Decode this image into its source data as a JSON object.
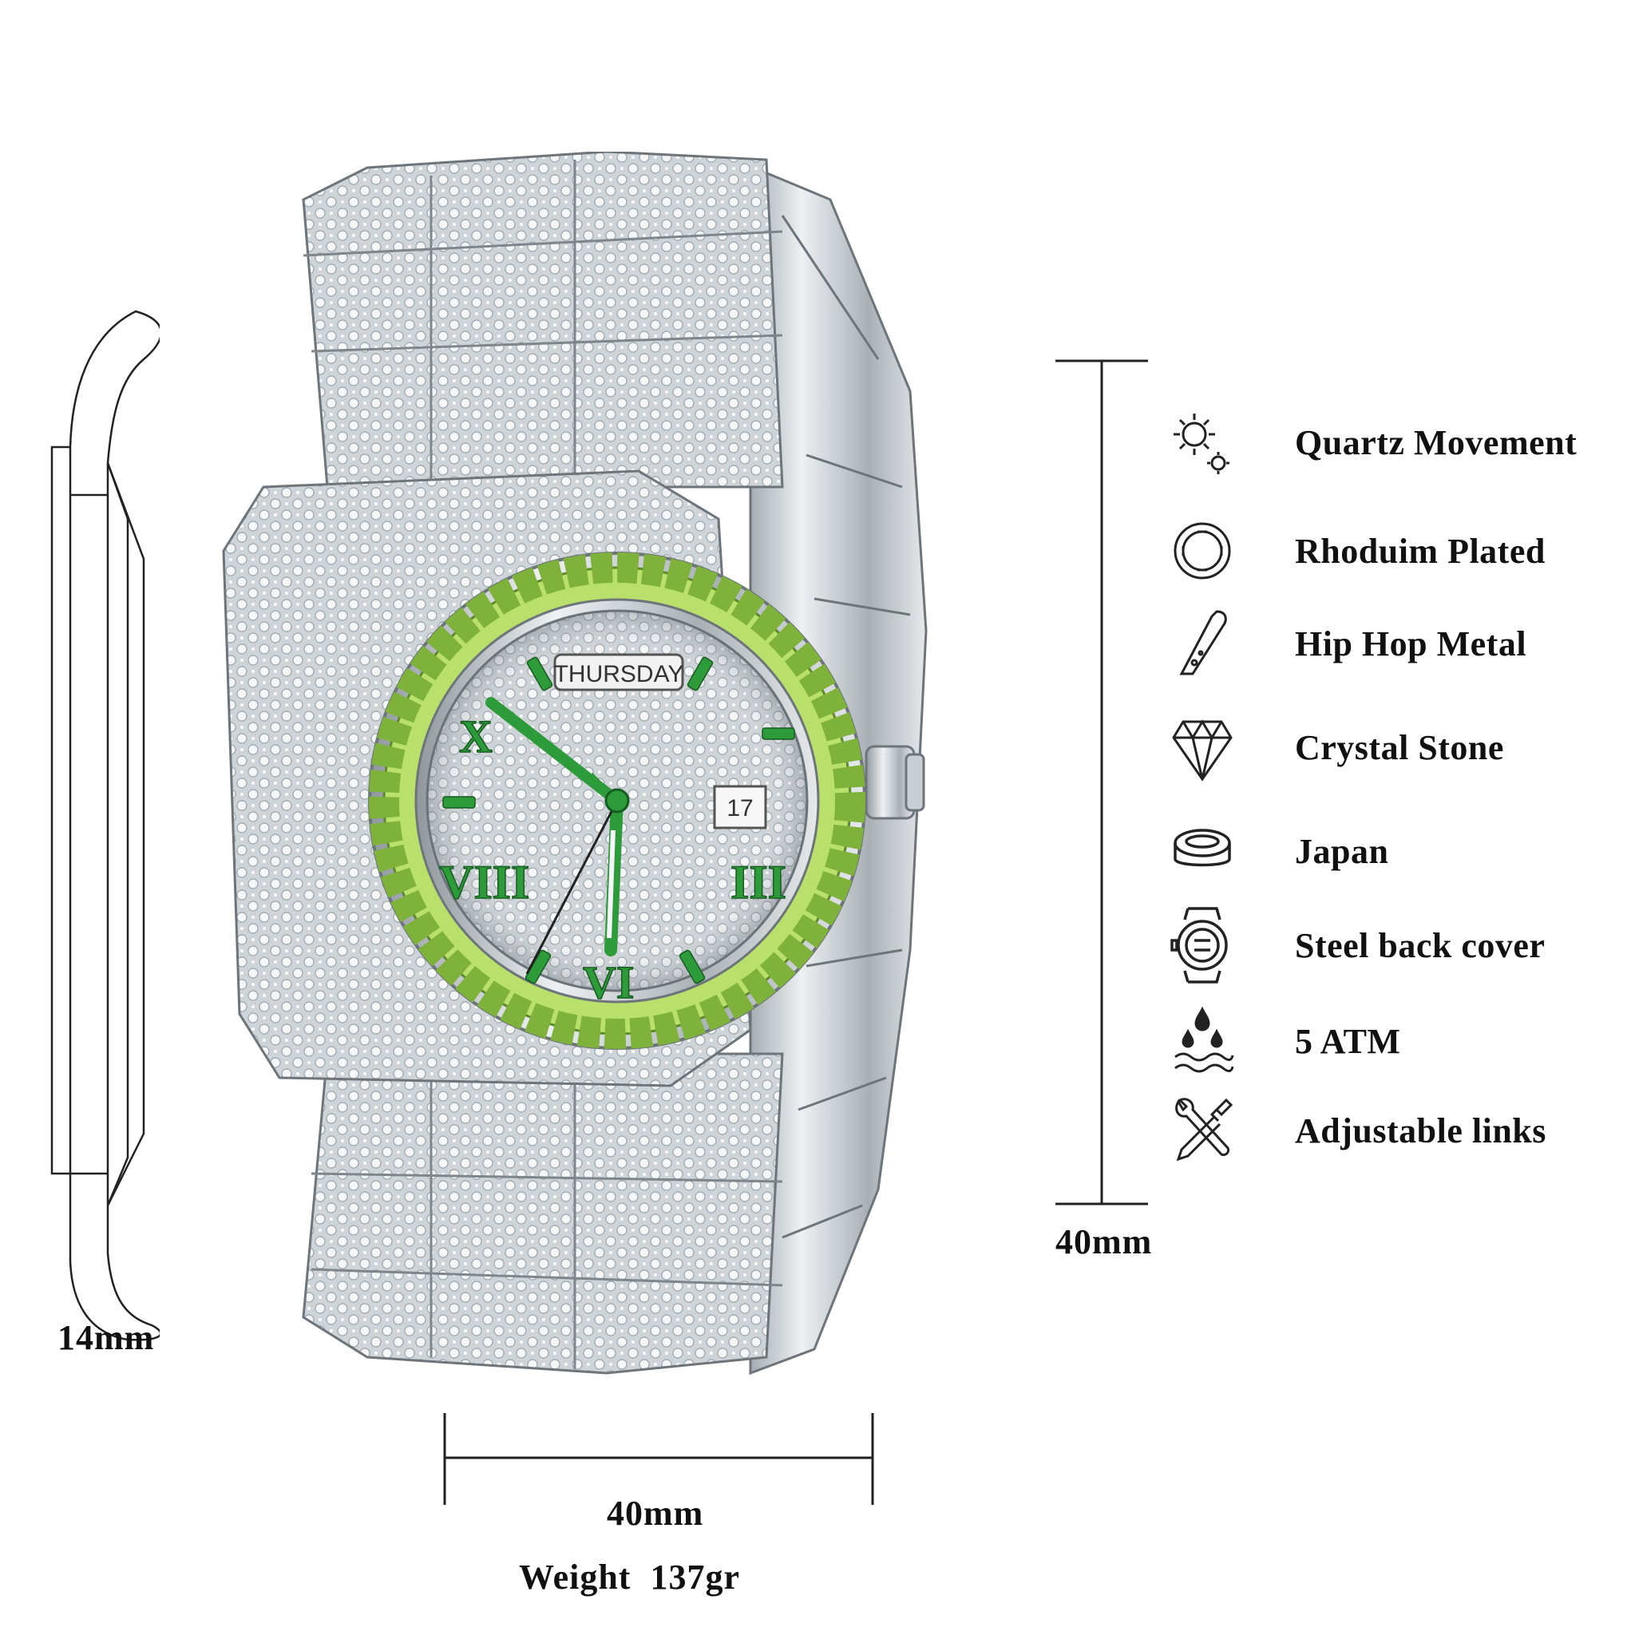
{
  "dimensions": {
    "thickness_label": "14mm",
    "width_label": "40mm",
    "height_label": "40mm",
    "weight_label": "Weight  137gr"
  },
  "watch": {
    "day_window": "THURSDAY",
    "date_window": "17",
    "colors": {
      "accent_green": "#2e9b3a",
      "bezel_stone": "#a6d95a",
      "metal": "#d9dde0"
    }
  },
  "features": [
    {
      "icon": "gears-icon",
      "label": "Quartz Movement"
    },
    {
      "icon": "caseback-ring-icon",
      "label": "Rhoduim Plated"
    },
    {
      "icon": "metal-bar-icon",
      "label": "Hip Hop Metal"
    },
    {
      "icon": "diamond-icon",
      "label": "Crystal Stone"
    },
    {
      "icon": "battery-cell-icon",
      "label": "Japan"
    },
    {
      "icon": "watch-back-icon",
      "label": "Steel back cover"
    },
    {
      "icon": "water-drops-icon",
      "label": "5 ATM"
    },
    {
      "icon": "tools-icon",
      "label": "Adjustable links"
    }
  ]
}
